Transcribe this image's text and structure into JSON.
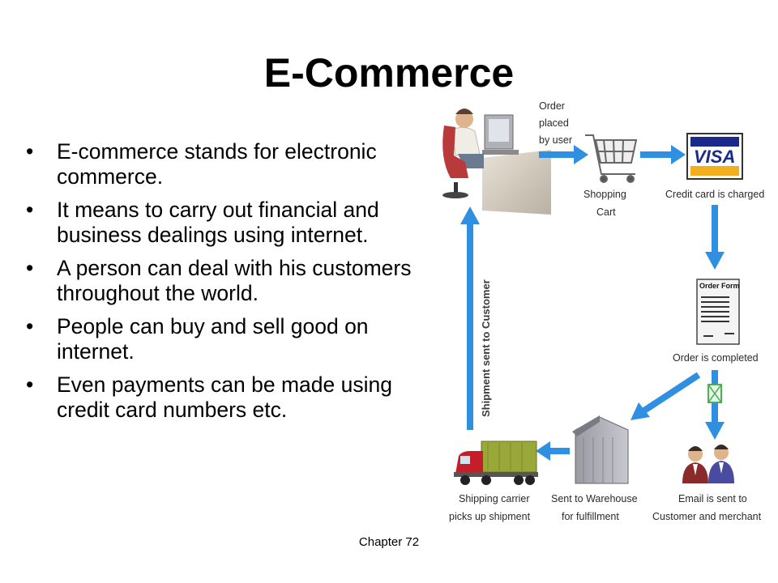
{
  "slide": {
    "title": "E-Commerce",
    "bullets": [
      "E-commerce stands for electronic commerce.",
      "It means to carry out financial and business dealings using internet.",
      "A person can deal with his customers throughout the world.",
      "People can buy and sell good on internet.",
      "Even payments can be made using credit card numbers etc."
    ],
    "bullet_glyph": "•",
    "footer": "Chapter 72"
  },
  "diagram": {
    "order_label": [
      "Order",
      "placed",
      "by user"
    ],
    "cart_label": [
      "Shopping",
      "Cart"
    ],
    "visa_text": "VISA",
    "credit_label": "Credit card is charged",
    "order_form_title": "Order Form",
    "order_completed_label": "Order is completed",
    "email_label": [
      "Email is sent to",
      "Customer and merchant"
    ],
    "warehouse_label": [
      "Sent to Warehouse",
      "for fulfillment"
    ],
    "carrier_label": [
      "Shipping carrier",
      "picks up shipment"
    ],
    "shipment_label": "Shipment sent to Customer",
    "arrow_color": "#2f8fe0",
    "envelope_color": "#4caf50"
  }
}
